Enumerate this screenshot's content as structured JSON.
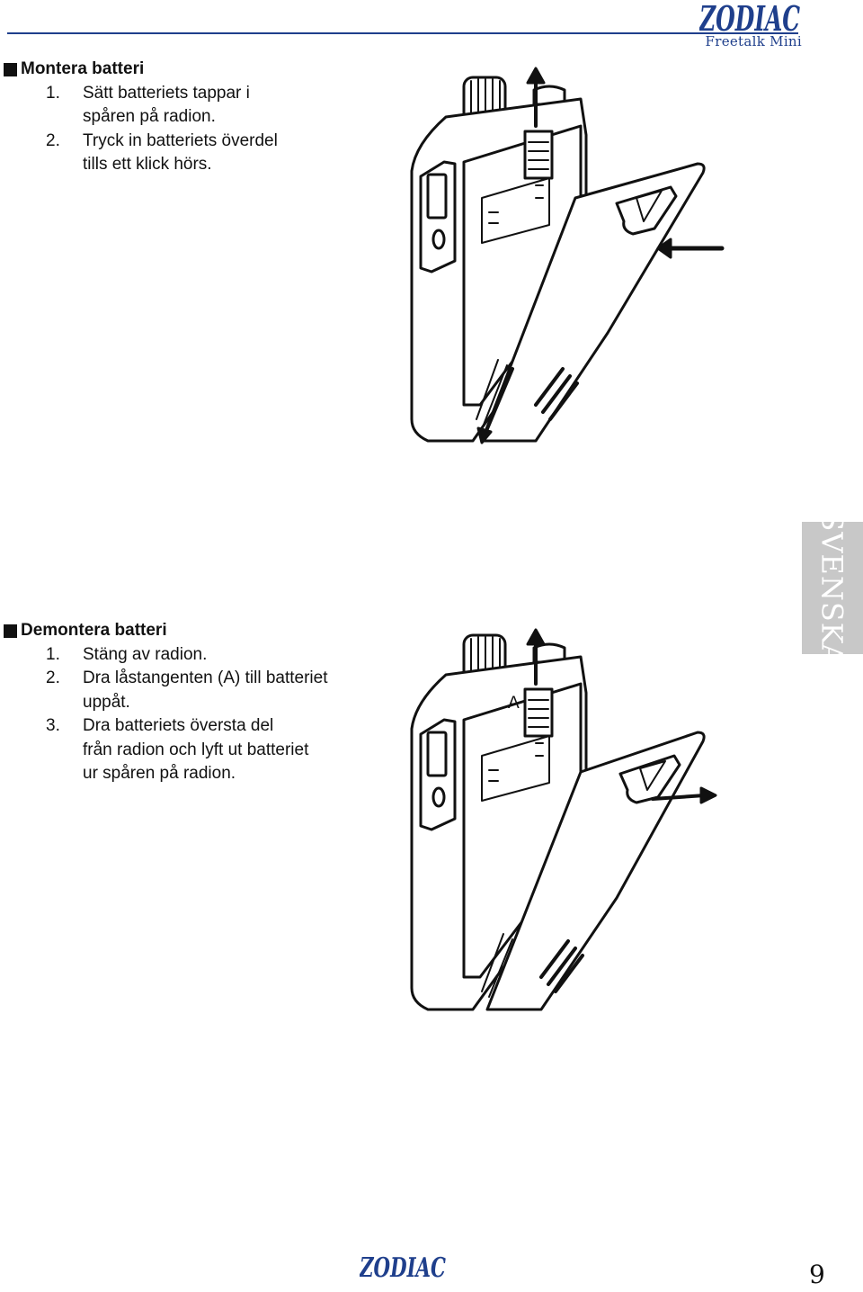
{
  "header": {
    "brand_logo": "ZODIAC",
    "brand_subtitle": "Freetalk Mini",
    "brand_color": "#1f3f8c"
  },
  "section_install": {
    "title": "Montera batteri",
    "steps": [
      {
        "num": "1.",
        "lines": [
          "Sätt batteriets tappar i",
          "spåren på radion."
        ]
      },
      {
        "num": "2.",
        "lines": [
          "Tryck in batteriets överdel",
          "tills ett klick hörs."
        ]
      }
    ]
  },
  "section_remove": {
    "title": "Demontera batteri",
    "steps": [
      {
        "num": "1.",
        "lines": [
          "Stäng av radion."
        ]
      },
      {
        "num": "2.",
        "lines": [
          "Dra låstangenten (A) till batteriet",
          "uppåt."
        ]
      },
      {
        "num": "3.",
        "lines": [
          "Dra batteriets översta del",
          "från radion och lyft ut batteriet",
          "ur spåren på radion."
        ]
      }
    ],
    "figure_label": "A"
  },
  "side_tab": {
    "label": "SVENSKA",
    "color": "#c8c8c8"
  },
  "footer": {
    "logo": "ZODIAC",
    "page_number": "9"
  },
  "icons": [
    "radio-battery-install-illustration",
    "radio-battery-remove-illustration"
  ]
}
